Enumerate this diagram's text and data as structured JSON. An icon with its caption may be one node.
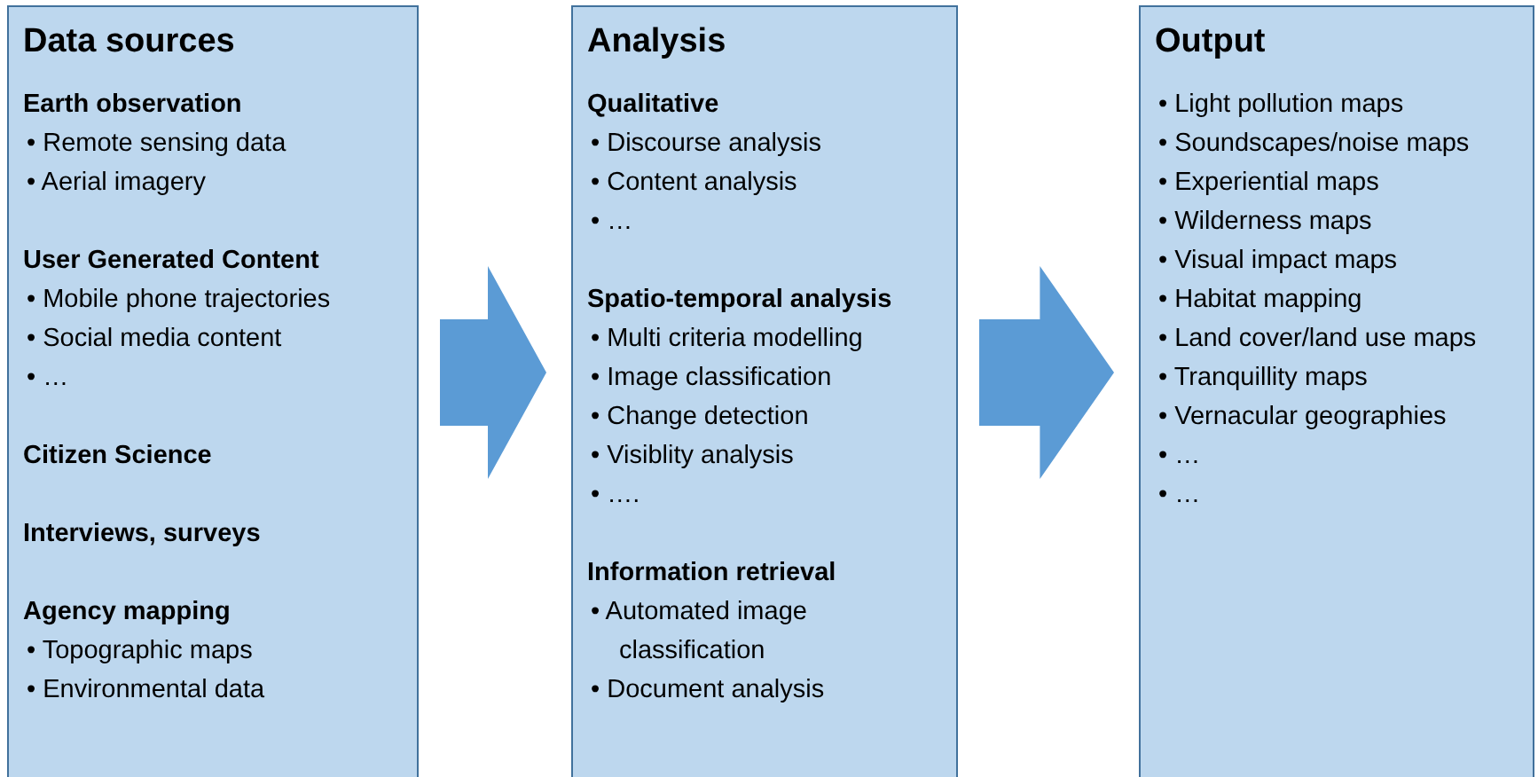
{
  "diagram": {
    "nodes": [
      {
        "text": [
          "Data sources",
          "Earth observation",
          "• Remote sensing data",
          "• Aerial imagery",
          "User Generated Content",
          "• Mobile phone trajectories",
          "• Social media content",
          "• …",
          "Citizen Science",
          "Interviews, surveys",
          "Agency mapping",
          "• Topographic maps",
          "• Environmental data"
        ]
      },
      {
        "text": [
          "Analysis",
          "Qualitative",
          "• Discourse analysis",
          "• Content analysis",
          "• …",
          "Spatio-temporal analysis",
          "• Multi criteria modelling",
          "• Image classification",
          "• Change detection",
          "• Visiblity analysis",
          "• ….",
          "Information retrieval",
          "• Automated image classification",
          "• Document analysis"
        ]
      },
      {
        "text": [
          "Output",
          "• Light pollution maps",
          "• Soundscapes/noise maps",
          "• Experiential maps",
          "• Wilderness maps",
          "• Visual impact maps",
          "• Habitat mapping",
          "• Land cover/land use maps",
          "• Tranquillity maps",
          "• Vernacular geographies",
          "• …",
          "• …"
        ]
      }
    ],
    "edges": [
      {
        "from": 0,
        "to": 1,
        "arrow": "to"
      },
      {
        "from": 1,
        "to": 2,
        "arrow": "to"
      }
    ]
  }
}
